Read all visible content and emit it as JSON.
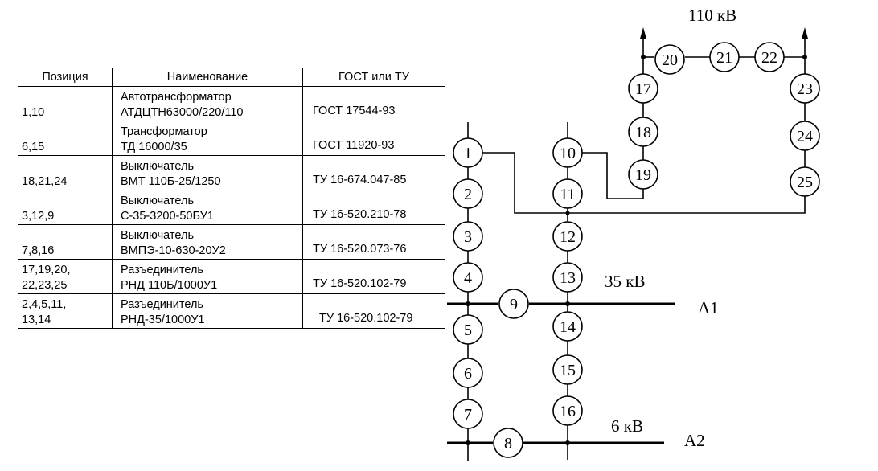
{
  "table": {
    "headers": [
      "Позиция",
      "Наименование",
      "ГОСТ или ТУ"
    ],
    "rows": [
      {
        "pos": "1,10",
        "name1": "Автотрансформатор",
        "name2": "АТДЦТН63000/220/110",
        "gost": "ГОСТ 17544-93"
      },
      {
        "pos": "6,15",
        "name1": "Трансформатор",
        "name2": "ТД 16000/35",
        "gost": "ГОСТ 11920-93"
      },
      {
        "pos": "18,21,24",
        "name1": "Выключатель",
        "name2": "ВМТ 110Б-25/1250",
        "gost": "ТУ 16-674.047-85"
      },
      {
        "pos": "3,12,9",
        "name1": "Выключатель",
        "name2": "С-35-3200-50БУ1",
        "gost": "ТУ 16-520.210-78"
      },
      {
        "pos": "7,8,16",
        "name1": "Выключатель",
        "name2": "ВМПЭ-10-630-20У2",
        "gost": "ТУ 16-520.073-76"
      },
      {
        "pos": "17,19,20,\n22,23,25",
        "name1": "Разъединитель",
        "name2": "РНД 110Б/1000У1",
        "gost": "ТУ 16-520.102-79"
      },
      {
        "pos": "2,4,5,11,\n13,14",
        "name1": "Разъединитель",
        "name2": "РНД-35/1000У1",
        "gost": "ТУ 16-520.102-79"
      }
    ]
  },
  "scheme": {
    "voltage_110": "110 кВ",
    "voltage_35": "35 кВ",
    "voltage_6": "6 кВ",
    "bus_a1": "А1",
    "bus_a2": "А2",
    "nodes": [
      "1",
      "2",
      "3",
      "4",
      "5",
      "6",
      "7",
      "8",
      "9",
      "10",
      "11",
      "12",
      "13",
      "14",
      "15",
      "16",
      "17",
      "18",
      "19",
      "20",
      "21",
      "22",
      "23",
      "24",
      "25"
    ]
  }
}
